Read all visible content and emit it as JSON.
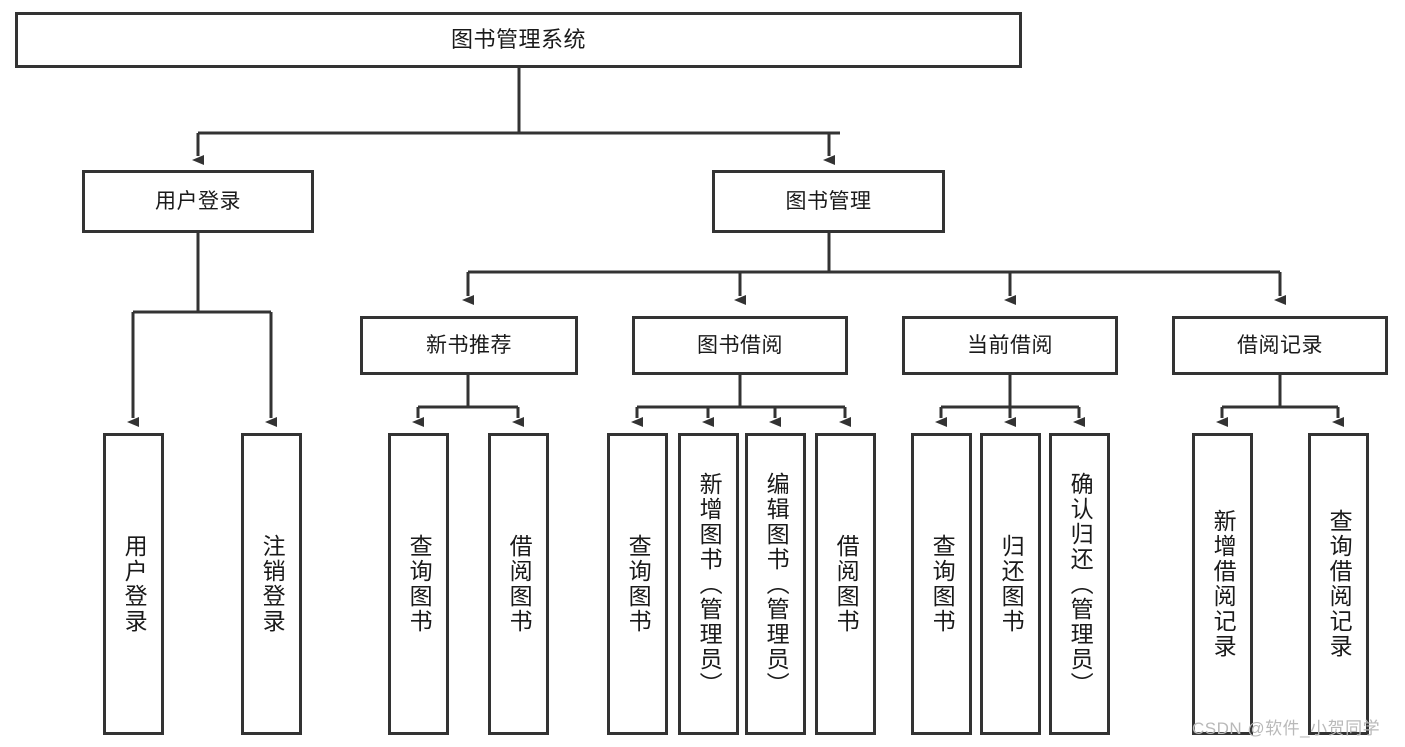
{
  "diagram": {
    "title": "图书管理系统",
    "type": "tree-hierarchy",
    "root": {
      "id": "root",
      "label": "图书管理系统"
    },
    "level1": [
      {
        "id": "user-login",
        "label": "用户登录"
      },
      {
        "id": "book-management",
        "label": "图书管理"
      }
    ],
    "level2": [
      {
        "id": "new-book-recommend",
        "label": "新书推荐",
        "parent": "book-management"
      },
      {
        "id": "book-borrow",
        "label": "图书借阅",
        "parent": "book-management"
      },
      {
        "id": "current-borrow",
        "label": "当前借阅",
        "parent": "book-management"
      },
      {
        "id": "borrow-record",
        "label": "借阅记录",
        "parent": "book-management"
      }
    ],
    "leaves": {
      "user_login": [
        {
          "id": "leaf-user-login",
          "label": "用户登录"
        },
        {
          "id": "leaf-user-logout",
          "label": "注销登录"
        }
      ],
      "new_book_recommend": [
        {
          "id": "leaf-query-book-1",
          "label": "查询图书"
        },
        {
          "id": "leaf-borrow-book-1",
          "label": "借阅图书"
        }
      ],
      "book_borrow": [
        {
          "id": "leaf-query-book-2",
          "label": "查询图书"
        },
        {
          "id": "leaf-add-book",
          "label": "新增图书（管理员）"
        },
        {
          "id": "leaf-edit-book",
          "label": "编辑图书（管理员）"
        },
        {
          "id": "leaf-borrow-book-2",
          "label": "借阅图书"
        }
      ],
      "current_borrow": [
        {
          "id": "leaf-query-book-3",
          "label": "查询图书"
        },
        {
          "id": "leaf-return-book",
          "label": "归还图书"
        },
        {
          "id": "leaf-confirm-return",
          "label": "确认归还（管理员）"
        }
      ],
      "borrow_record": [
        {
          "id": "leaf-add-record",
          "label": "新增借阅记录"
        },
        {
          "id": "leaf-query-record",
          "label": "查询借阅记录"
        }
      ]
    },
    "colors": {
      "stroke": "#333333",
      "fill": "#ffffff",
      "text": "#1a1a1a",
      "watermark": "#b9b9b9"
    }
  },
  "watermark": {
    "text": "CSDN @软件_小贺同学"
  }
}
